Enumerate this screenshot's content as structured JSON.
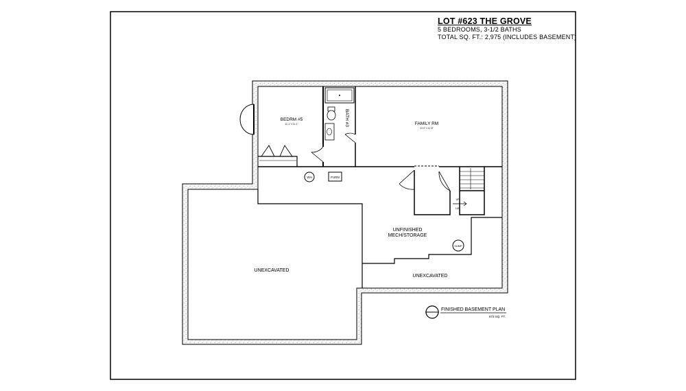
{
  "title_block": {
    "title": "LOT #623 THE GROVE",
    "line1": "5 BEDROOMS, 3-1/2 BATHS",
    "line2": "TOTAL SQ. FT.: 2,975 (INCLUDES BASEMENT)"
  },
  "rooms": {
    "bedroom": "BEDRM #5",
    "bedroom_dim": "11'-1\" x 11'-1\"",
    "bath": "BATH #3",
    "family": "FAMILY RM",
    "family_dim": "21'-0\" x 11'-8\"",
    "unfinished_line1": "UNFINISHED",
    "unfinished_line2": "MECH/STORAGE",
    "unexcavated_left": "UNEXCAVATED",
    "unexcavated_right": "UNEXCAVATED"
  },
  "fixtures": {
    "water_heater": "WH",
    "furnace": "FURN",
    "sump": "SUMP",
    "stair_label_1": "UP",
    "stair_label_2": "14R"
  },
  "plan_label": {
    "title": "FINISHED BASEMENT PLAN",
    "area": "673 SQ. FT."
  }
}
